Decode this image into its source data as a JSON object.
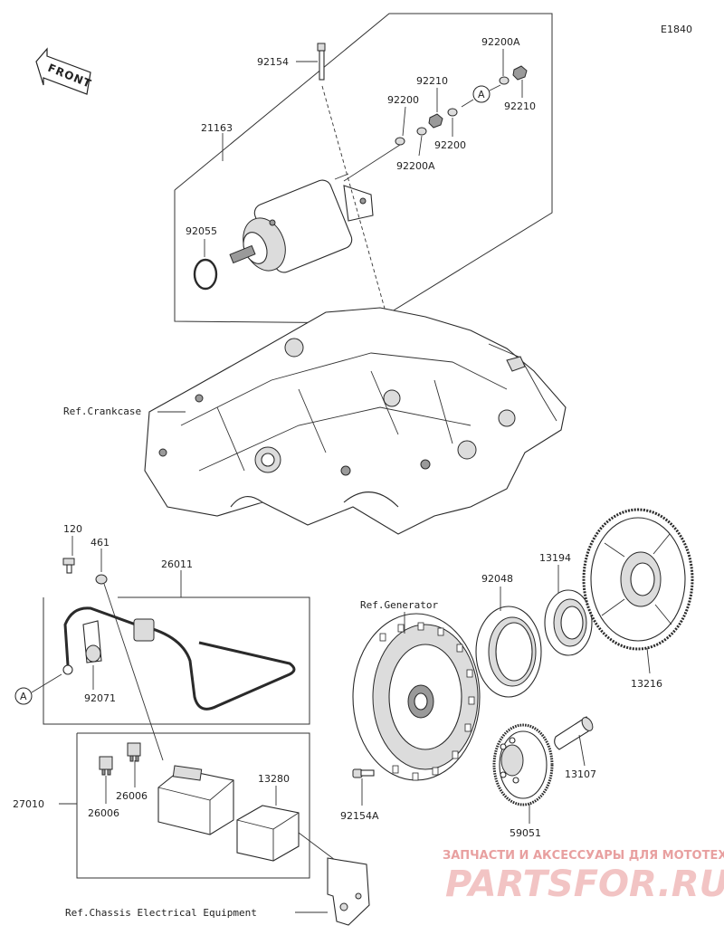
{
  "diagram_code": "E1840",
  "front_label": "FRONT",
  "refs": {
    "crankcase": "Ref.Crankcase",
    "generator": "Ref.Generator",
    "chassis": "Ref.Chassis Electrical Equipment"
  },
  "callout": "A",
  "parts": {
    "p92154": "92154",
    "p21163": "21163",
    "p92055": "92055",
    "p92200a_top": "92200A",
    "p92210_top": "92210",
    "p92200_left": "92200",
    "p92210_right": "92210",
    "p92200_right": "92200",
    "p92200a_bottom": "92200A",
    "p120": "120",
    "p461": "461",
    "p26011": "26011",
    "p92071": "92071",
    "p27010": "27010",
    "p26006_a": "26006",
    "p26006_b": "26006",
    "p13280": "13280",
    "p92048": "92048",
    "p13194": "13194",
    "p13216": "13216",
    "p13107": "13107",
    "p92154a": "92154A",
    "p59051": "59051"
  },
  "watermark": {
    "line1": "ЗАПЧАСТИ И АКСЕССУАРЫ ДЛЯ МОТОТЕХНИКИ",
    "line2": "PARTSFOR.RU"
  }
}
